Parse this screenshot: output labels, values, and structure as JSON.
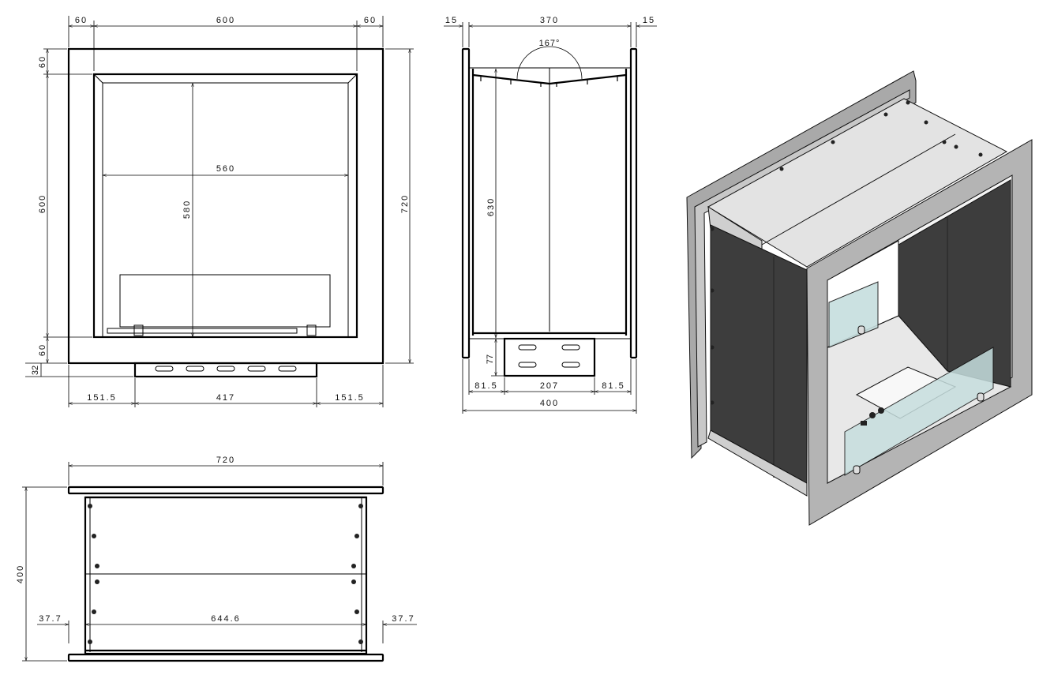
{
  "front_view": {
    "dims": {
      "top_left": "60",
      "top_mid": "600",
      "top_right": "60",
      "left_top": "60",
      "left_mid": "600",
      "left_bottom": "60",
      "bracket_height": "32",
      "overall_height": "720",
      "inner_width": "560",
      "inner_height": "580",
      "bottom_left": "151.5",
      "bottom_mid": "417",
      "bottom_right": "151.5"
    }
  },
  "side_view": {
    "dims": {
      "top_left": "15",
      "top_mid": "370",
      "top_right": "15",
      "angle": "167°",
      "height": "630",
      "bracket_height": "77",
      "bottom_left": "81.5",
      "bottom_mid": "207",
      "bottom_right": "81.5",
      "overall_depth": "400"
    }
  },
  "top_view": {
    "dims": {
      "overall_width": "720",
      "depth": "400",
      "left_offset": "37.7",
      "inner_width": "644.6",
      "right_offset": "37.7"
    }
  },
  "colors": {
    "frame": "#b3b3b3",
    "dark_wall": "#3c3c3c",
    "glass": "#c6dede",
    "top": "#e2e2e2"
  }
}
